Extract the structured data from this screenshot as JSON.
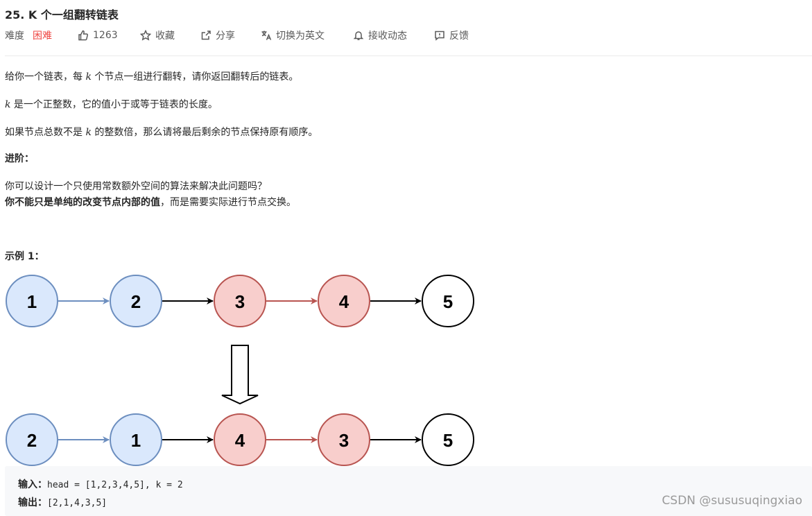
{
  "problem": {
    "title": "25. K 个一组翻转链表"
  },
  "meta": {
    "difficulty_label": "难度",
    "difficulty_value": "困难",
    "likes": "1263",
    "favorite": "收藏",
    "share": "分享",
    "switch_lang": "切换为英文",
    "subscribe": "接收动态",
    "feedback": "反馈"
  },
  "description": {
    "p1_a": "给你一个链表，每 ",
    "p1_k": "k",
    "p1_b": " 个节点一组进行翻转，请你返回翻转后的链表。",
    "p2_k": "k",
    "p2_b": " 是一个正整数，它的值小于或等于链表的长度。",
    "p3_a": "如果节点总数不是 ",
    "p3_k": "k",
    "p3_b": " 的整数倍，那么请将最后剩余的节点保持原有顺序。",
    "advanced_heading": "进阶：",
    "adv1": "你可以设计一个只使用常数额外空间的算法来解决此问题吗？",
    "adv2_bold": "你不能只是单纯的改变节点内部的值",
    "adv2_rest": "，而是需要实际进行节点交换。",
    "example_heading": "示例 1："
  },
  "diagram": {
    "before": [
      "1",
      "2",
      "3",
      "4",
      "5"
    ],
    "after": [
      "2",
      "1",
      "4",
      "3",
      "5"
    ]
  },
  "example": {
    "input_label": "输入：",
    "input_value": "head = [1,2,3,4,5], k = 2",
    "output_label": "输出：",
    "output_value": "[2,1,4,3,5]"
  },
  "watermark": "CSDN @sususuqingxiao",
  "colors": {
    "blue_fill": "#dae8fc",
    "blue_stroke": "#6c8ebf",
    "red_fill": "#f8cecc",
    "red_stroke": "#b85450",
    "difficulty_hard": "#ef4743"
  }
}
